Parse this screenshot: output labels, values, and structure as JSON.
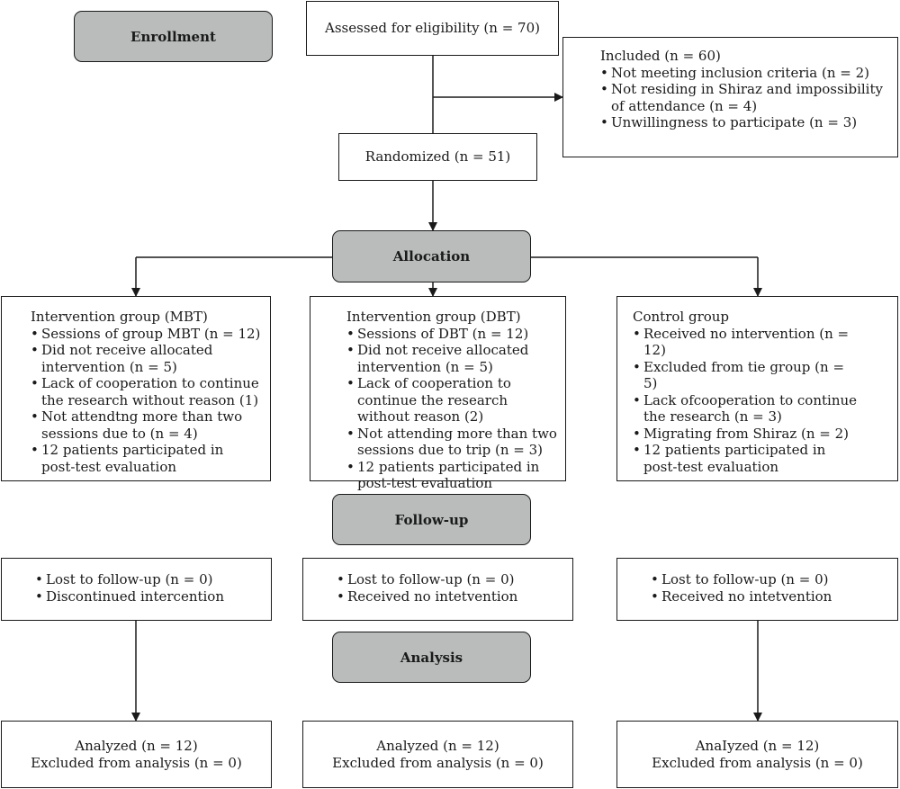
{
  "stages": {
    "enrollment": "Enrollment",
    "allocation": "Allocation",
    "followup": "Follow-up",
    "analysis": "Analysis"
  },
  "assessed": "Assessed for eligibility (n = 70)",
  "randomized": "Randomized (n = 51)",
  "included": {
    "title": "Included (n = 60)",
    "items": [
      "Not meeting inclusion criteria (n = 2)",
      "Not residing in Shiraz and impossibility of attendance (n = 4)",
      "Unwillingness to participate (n = 3)"
    ]
  },
  "groups": [
    {
      "title": "Intervention group (MBT)",
      "items": [
        "Sessions of group MBT (n = 12)",
        "Did not receive allocated intervention (n = 5)",
        "Lack of cooperation to continue the research without reason (1)",
        "Not attendtng more than two sessions due to (n = 4)",
        "12 patients participated in post-test evaluation"
      ],
      "followup": [
        "Lost to follow-up (n = 0)",
        "Discontinued intercention"
      ],
      "analysis": [
        "Analyzed (n = 12)",
        "Excluded from analysis (n = 0)"
      ]
    },
    {
      "title": "Intervention group (DBT)",
      "items": [
        "Sessions of DBT (n = 12)",
        "Did not receive allocated intervention (n = 5)",
        "Lack of cooperation to continue the research without reason (2)",
        "Not attending more than two sessions due to trip (n = 3)",
        "12 patients participated in post-test evaluation"
      ],
      "followup": [
        "Lost to follow-up (n = 0)",
        "Received no intetvention"
      ],
      "analysis": [
        "Analyzed (n = 12)",
        "Excluded from analysis (n = 0)"
      ]
    },
    {
      "title": "Control group",
      "items": [
        "Received no intervention (n = 12)",
        "Excluded from tie group (n = 5)",
        "Lack ofcooperation to continue the research (n = 3)",
        "Migrating from Shiraz (n = 2)",
        "12 patients participated in post-test evaluation"
      ],
      "followup": [
        "Lost to follow-up (n = 0)",
        "Received no intetvention"
      ],
      "analysis": [
        "AnaIyzed (n = 12)",
        "Excluded from analysis (n = 0)"
      ]
    }
  ]
}
